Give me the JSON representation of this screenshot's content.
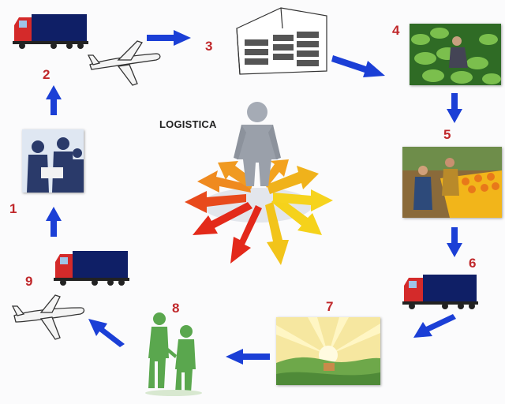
{
  "title": "LOGISTICA",
  "steps": [
    {
      "n": "1",
      "icon": "people-meeting-icon"
    },
    {
      "n": "2",
      "icon": "truck-icon"
    },
    {
      "n": "3",
      "icon": "warehouse-icon"
    },
    {
      "n": "4",
      "icon": "field-worker-icon"
    },
    {
      "n": "5",
      "icon": "harvest-crate-icon"
    },
    {
      "n": "6",
      "icon": "truck-icon"
    },
    {
      "n": "7",
      "icon": "sunrise-landscape-icon"
    },
    {
      "n": "8",
      "icon": "green-figures-icon"
    },
    {
      "n": "9",
      "icon": "airplane-icon"
    }
  ],
  "colors": {
    "arrow_blue": "#1b3fd6",
    "number_red": "#c0282b",
    "truck_cab_red": "#d42a2a",
    "truck_box_navy": "#0f1f66"
  }
}
